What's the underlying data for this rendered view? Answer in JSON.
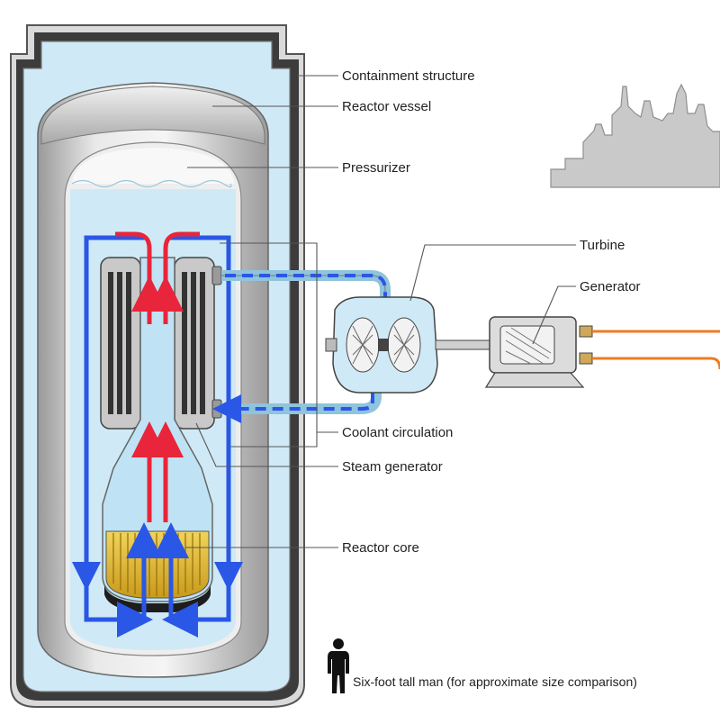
{
  "labels": {
    "containment": "Containment structure",
    "vessel": "Reactor vessel",
    "pressurizer": "Pressurizer",
    "turbine": "Turbine",
    "generator": "Generator",
    "coolant": "Coolant circulation",
    "steam_gen": "Steam generator",
    "core": "Reactor core",
    "man": "Six-foot tall man (for approximate size comparison)"
  },
  "colors": {
    "water": "#cfeaf6",
    "vessel_gray": "#d7d7d7",
    "hot_flow": "#e8253a",
    "cold_flow": "#2a57e6",
    "power_line": "#f07a20",
    "fuel": "#e6c23a",
    "skyline": "#c9c9c9"
  }
}
